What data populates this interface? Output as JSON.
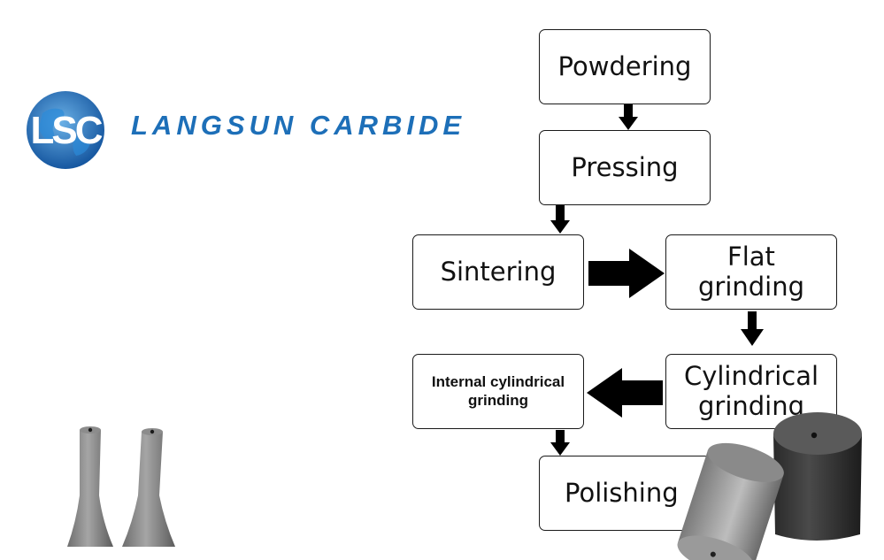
{
  "brand": {
    "name": "LANGSUN CARBIDE",
    "monogram": "LSC",
    "color": "#1d6fb8"
  },
  "process": {
    "steps": [
      {
        "id": "powdering",
        "label": "Powdering"
      },
      {
        "id": "pressing",
        "label": "Pressing"
      },
      {
        "id": "sintering",
        "label": "Sintering"
      },
      {
        "id": "flat_grinding",
        "label": "Flat grinding"
      },
      {
        "id": "cylindrical_grinding",
        "label": "Cylindrical grinding"
      },
      {
        "id": "internal_cylindrical_grinding",
        "label": "Internal cylindrical grinding"
      },
      {
        "id": "polishing",
        "label": "Polishing"
      }
    ],
    "flow": [
      [
        "powdering",
        "pressing"
      ],
      [
        "pressing",
        "sintering"
      ],
      [
        "sintering",
        "flat_grinding"
      ],
      [
        "flat_grinding",
        "cylindrical_grinding"
      ],
      [
        "cylindrical_grinding",
        "internal_cylindrical_grinding"
      ],
      [
        "internal_cylindrical_grinding",
        "polishing"
      ]
    ]
  },
  "photos": [
    {
      "subject": "two carbide nozzles"
    },
    {
      "subject": "two carbide cylinder dies"
    }
  ]
}
